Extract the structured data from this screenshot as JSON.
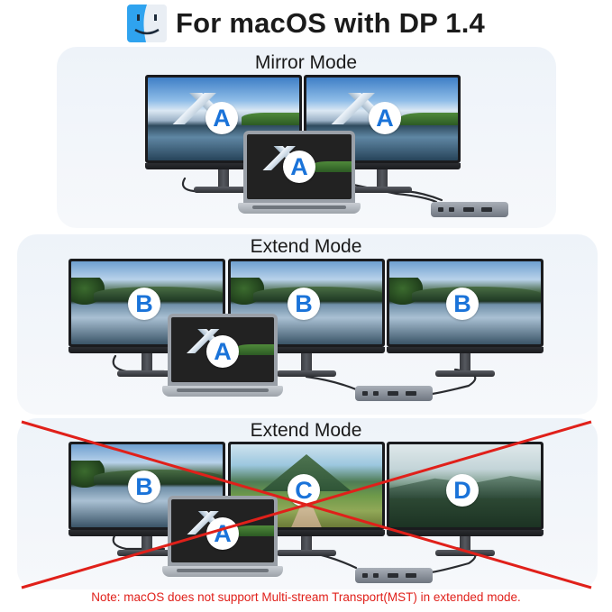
{
  "header": {
    "title": "For macOS with DP 1.4",
    "icon": "finder-icon"
  },
  "panels": [
    {
      "title": "Mirror Mode",
      "monitors": [
        {
          "letter": "A",
          "scene": "mountain"
        },
        {
          "letter": "A",
          "scene": "mountain"
        }
      ],
      "laptop": {
        "letter": "A",
        "scene": "mountain"
      },
      "crossed_out": false
    },
    {
      "title": "Extend Mode",
      "monitors": [
        {
          "letter": "B",
          "scene": "lake"
        },
        {
          "letter": "B",
          "scene": "lake"
        },
        {
          "letter": "B",
          "scene": "lake"
        }
      ],
      "laptop": {
        "letter": "A",
        "scene": "mountain"
      },
      "crossed_out": false
    },
    {
      "title": "Extend Mode",
      "monitors": [
        {
          "letter": "B",
          "scene": "lake"
        },
        {
          "letter": "C",
          "scene": "valley"
        },
        {
          "letter": "D",
          "scene": "forest"
        }
      ],
      "laptop": {
        "letter": "A",
        "scene": "mountain"
      },
      "crossed_out": true
    }
  ],
  "note": "Note: macOS does not support Multi-stream Transport(MST) in extended mode.",
  "colors": {
    "badge_letter": "#1a73d9",
    "cross": "#e0201a",
    "note": "#e0201a"
  }
}
